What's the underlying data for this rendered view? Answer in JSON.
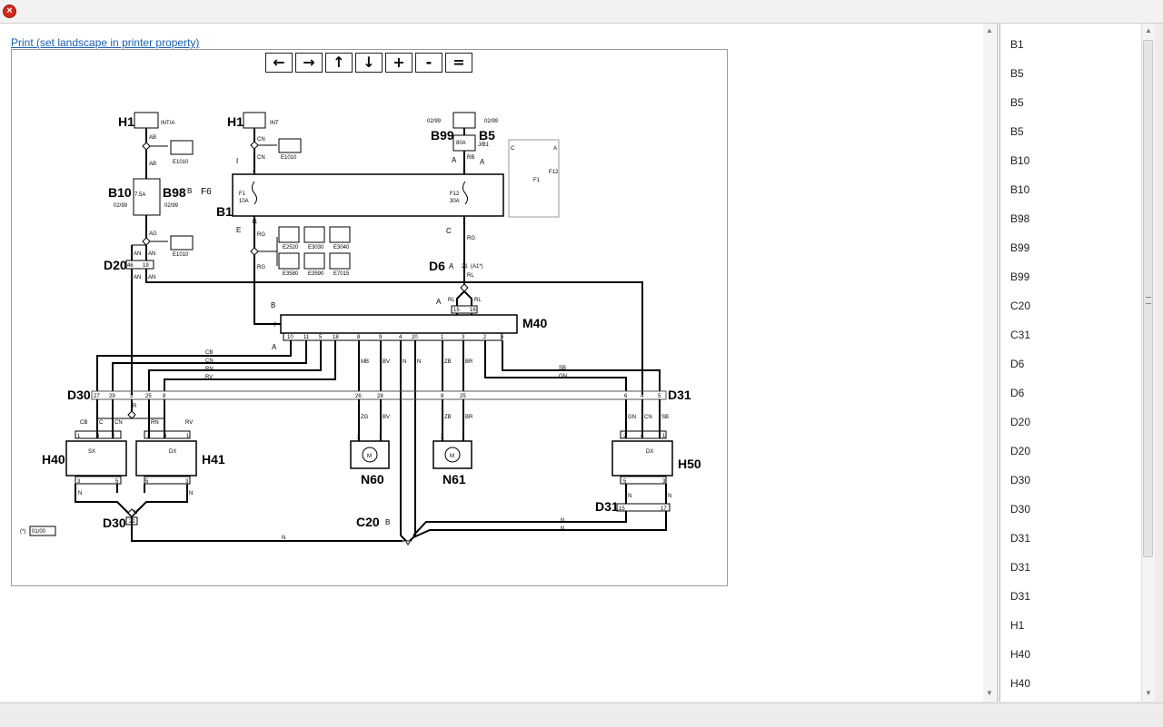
{
  "window": {
    "close_label": "×"
  },
  "print_link": "Print (set landscape in printer property)",
  "nav_buttons": [
    "←",
    "→",
    "↑",
    "↓",
    "+",
    "-",
    "="
  ],
  "diagram": {
    "components": {
      "h1_left": "H1",
      "h1_right": "H1",
      "b99": "B99",
      "b5": "B5",
      "b10": "B10",
      "b98": "B98",
      "b1": "B1",
      "d20": "D20",
      "d6": "D6",
      "m40": "M40",
      "d30_top": "D30",
      "d31_top": "D31",
      "h40": "H40",
      "h41": "H41",
      "h50": "H50",
      "n60": "N60",
      "n61": "N61",
      "d30_bot": "D30",
      "c20": "C20",
      "d31_bot": "D31",
      "f6": "F6"
    },
    "tags": {
      "int_a": "INT/A",
      "int": "INT",
      "e1010": "E1010",
      "b_box": "B",
      "i_box": "I",
      "e_box": "E",
      "c_box": "C",
      "a_box": "A",
      "a_star": "(A1*)",
      "j_b1": "J/B1",
      "d_0299a": "02/99",
      "d_0299b": "02/99",
      "d_0299c": "02/99",
      "d_0299d": "02/99",
      "footnote_star": "(*)",
      "footnote_date": "01/00",
      "fuse_75a": "7.5A",
      "fuse_f1": "F1",
      "fuse_10a": "10A",
      "fuse_f12": "F12",
      "fuse_30a": "30A",
      "fuse_80a": "80A",
      "e2520": "E2520",
      "e3030": "E3030",
      "e3040": "E3040",
      "e3580": "E3580",
      "e3590": "E3590",
      "e7015": "E7015",
      "sx": "SX",
      "dx": "DX",
      "f1_side": "F1",
      "f12_side": "F12",
      "c_side": "C",
      "a_side": "A"
    },
    "wires": {
      "ab": "AB",
      "cn": "CN",
      "ag": "AG",
      "an": "AN",
      "rg": "RG",
      "rb": "RB",
      "rl": "RL",
      "cb": "CB",
      "rn": "RN",
      "rv": "RV",
      "r": "R",
      "c": "C",
      "sb": "SB",
      "gn": "GN",
      "mb": "MB",
      "bv": "BV",
      "zg": "ZG",
      "zb": "ZB",
      "br": "BR",
      "n": "N",
      "m": "M"
    },
    "pins": {
      "p4": "4",
      "p11": "11",
      "p1": "1",
      "p21": "21",
      "p46": "46",
      "p19": "19",
      "p7": "7",
      "p15": "15",
      "p16": "16",
      "p10": "10",
      "p5": "5",
      "p18": "18",
      "p8": "8",
      "p9": "9",
      "p20": "20",
      "p3": "3",
      "p2": "2",
      "p6": "6",
      "p27": "27",
      "p29": "29",
      "p25": "25",
      "p26": "26",
      "p28": "28",
      "p17": "17"
    }
  },
  "side_list": [
    "B1",
    "B5",
    "B5",
    "B5",
    "B10",
    "B10",
    "B98",
    "B99",
    "B99",
    "C20",
    "C31",
    "D6",
    "D6",
    "D20",
    "D20",
    "D30",
    "D30",
    "D31",
    "D31",
    "D31",
    "H1",
    "H40",
    "H40"
  ],
  "scroll": {
    "up": "▲",
    "down": "▼"
  }
}
